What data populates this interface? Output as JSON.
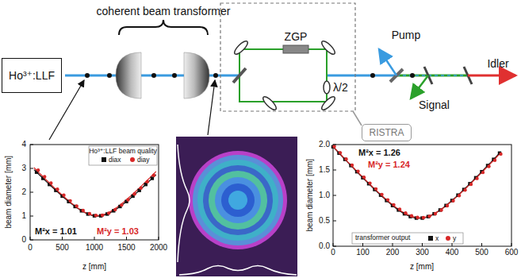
{
  "diagram": {
    "nodes": [
      {
        "text": [
          "Ho³⁺:LLF"
        ]
      },
      {
        "text": [
          "RISTRA"
        ]
      }
    ],
    "labels": [
      "coherent beam transformer",
      "ZGP",
      "λ/2",
      "Pump",
      "Signal",
      "Idler",
      "beam diameter [mm]",
      "z [mm]",
      "0",
      "1",
      "2",
      "3",
      "4",
      "0",
      "500",
      "1000",
      "1500",
      "2000",
      "M²x = 1.01",
      "M²y = 1.03",
      "Ho³⁺:LLF beam quality",
      "beam diameter [mm]",
      "z [mm]",
      "0.0",
      "0.5",
      "1.0",
      "1.5",
      "2.0",
      "0",
      "100",
      "200",
      "300",
      "400",
      "500",
      "600",
      "M²x = 1.26",
      "M²y = 1.24",
      "transformer output"
    ],
    "legend": [
      {
        "text": "diax"
      },
      {
        "text": "diay"
      },
      {
        "text": "x"
      },
      {
        "text": "y"
      }
    ]
  }
}
